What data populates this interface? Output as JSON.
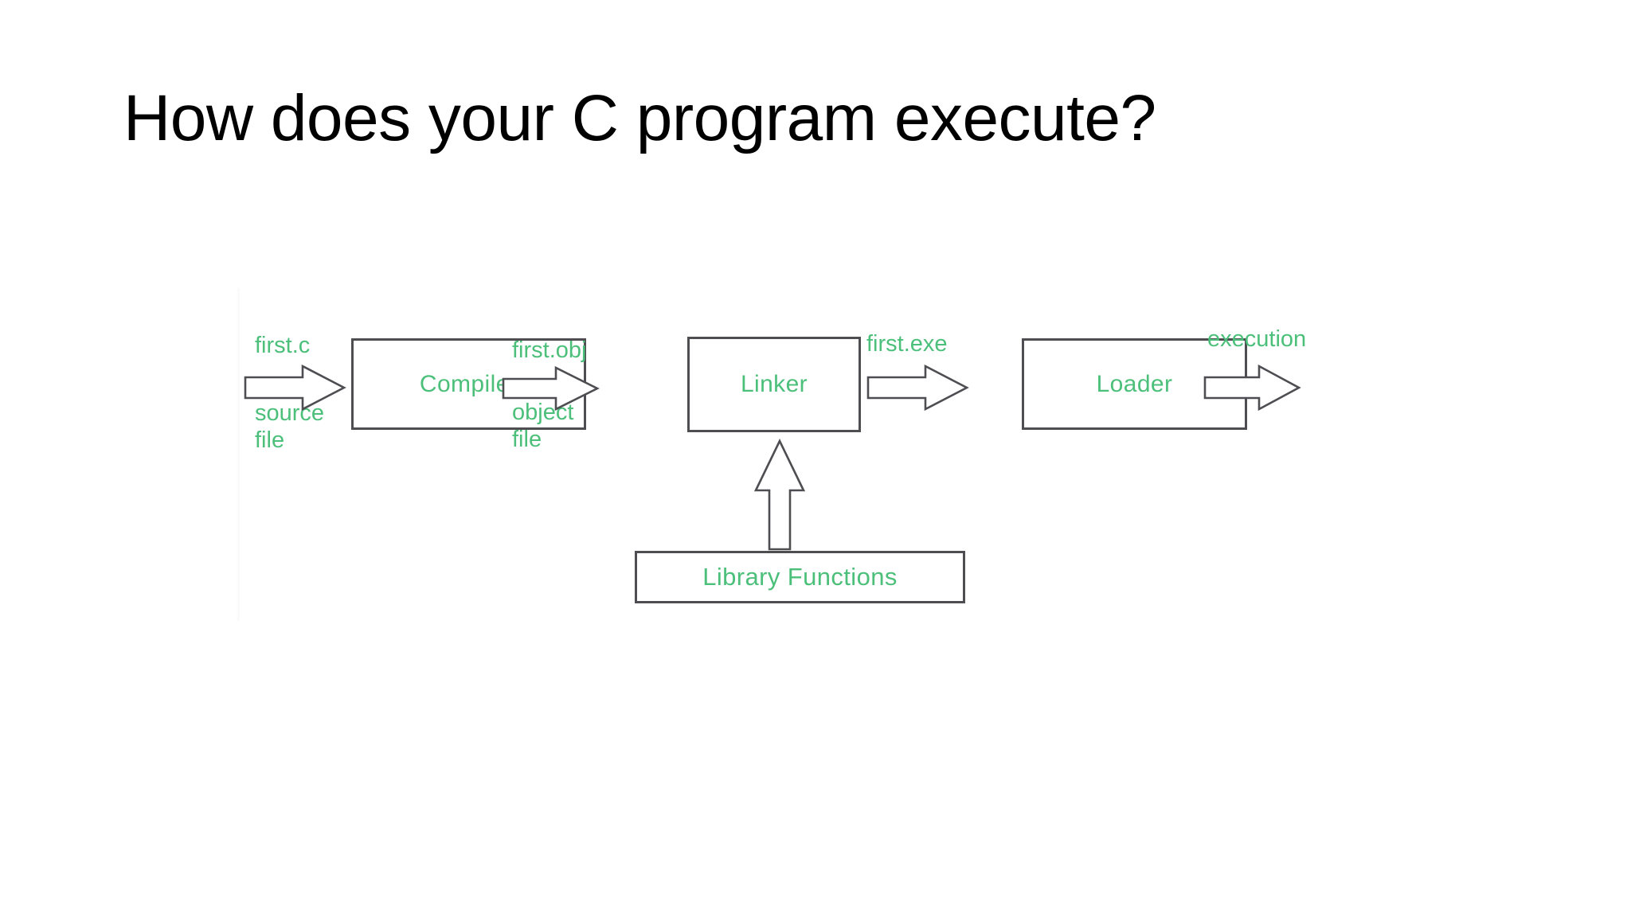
{
  "slide": {
    "title": "How does your C program execute?",
    "background_color": "#ffffff"
  },
  "theme": {
    "accent_green": "#4cc07a",
    "outline_gray": "#4d4d52",
    "title_color": "#000000"
  },
  "diagram": {
    "type": "pipeline-flow",
    "boxes": [
      {
        "id": "compiler",
        "label": "Compiler"
      },
      {
        "id": "linker",
        "label": "Linker"
      },
      {
        "id": "loader",
        "label": "Loader"
      },
      {
        "id": "library",
        "label": "Library Functions"
      }
    ],
    "captions": [
      {
        "id": "first-c",
        "text": "first.c"
      },
      {
        "id": "source-file",
        "line1": "source",
        "line2": "file"
      },
      {
        "id": "first-obj",
        "text": "first.obj"
      },
      {
        "id": "object-file",
        "line1": "object",
        "line2": "file"
      },
      {
        "id": "first-exe",
        "text": "first.exe"
      },
      {
        "id": "execution",
        "text": "execution"
      }
    ],
    "arrows": [
      {
        "id": "arrow-source-to-compiler",
        "direction": "right"
      },
      {
        "id": "arrow-compiler-to-linker",
        "direction": "right"
      },
      {
        "id": "arrow-linker-to-loader",
        "direction": "right"
      },
      {
        "id": "arrow-loader-to-execution",
        "direction": "right"
      },
      {
        "id": "arrow-library-to-linker",
        "direction": "up"
      }
    ]
  }
}
